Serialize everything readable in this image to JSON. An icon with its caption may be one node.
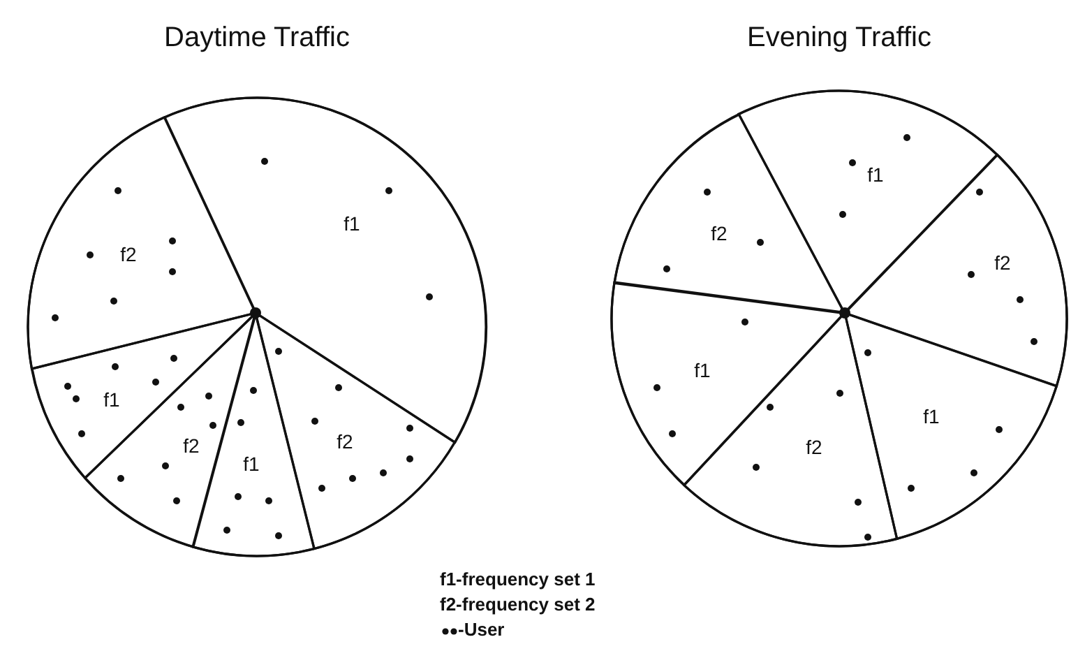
{
  "diagram": {
    "nodes": [
      {
        "text": [
          "Daytime Traffic"
        ]
      },
      {
        "text": [
          "f2"
        ],
        "in": 0
      },
      {
        "text": [
          "f1"
        ],
        "in": 0
      },
      {
        "text": [
          "f1"
        ],
        "in": 0
      },
      {
        "text": [
          "f2"
        ],
        "in": 0
      },
      {
        "text": [
          "f1"
        ],
        "in": 0
      },
      {
        "text": [
          "f2"
        ],
        "in": 0
      },
      {
        "text": [
          "Evening Traffic"
        ]
      },
      {
        "text": [
          "f2"
        ],
        "in": 7
      },
      {
        "text": [
          "f1"
        ],
        "in": 7
      },
      {
        "text": [
          "f2"
        ],
        "in": 7
      },
      {
        "text": [
          "f1"
        ],
        "in": 7
      },
      {
        "text": [
          "f2"
        ],
        "in": 7
      },
      {
        "text": [
          "f1"
        ],
        "in": 7
      }
    ],
    "labels": [
      "f1-frequency set 1",
      "f2-frequency set 2"
    ],
    "legend": [
      {
        "text": "-User"
      }
    ]
  }
}
